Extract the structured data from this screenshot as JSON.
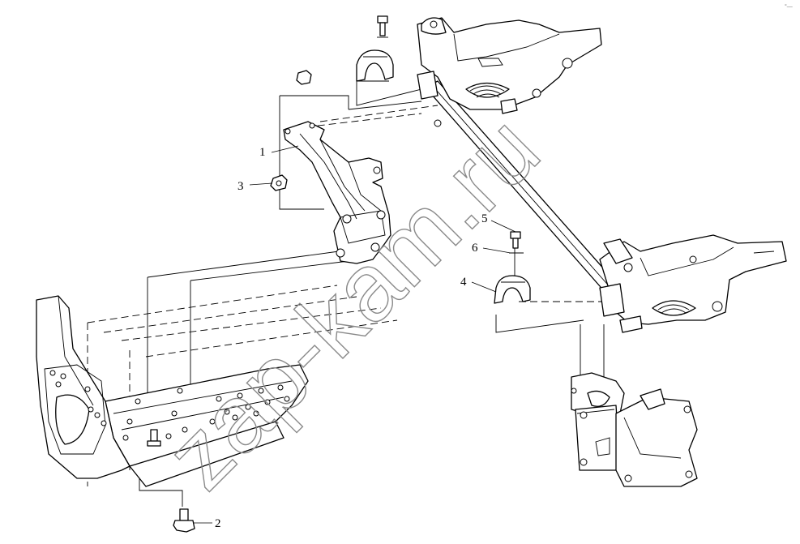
{
  "diagram": {
    "watermark": "zap-kam.ru",
    "corner_mark": "°—",
    "callouts": [
      {
        "id": "1",
        "label": "1"
      },
      {
        "id": "2",
        "label": "2"
      },
      {
        "id": "3",
        "label": "3"
      },
      {
        "id": "4",
        "label": "4"
      },
      {
        "id": "5",
        "label": "5"
      },
      {
        "id": "6",
        "label": "6"
      }
    ]
  }
}
